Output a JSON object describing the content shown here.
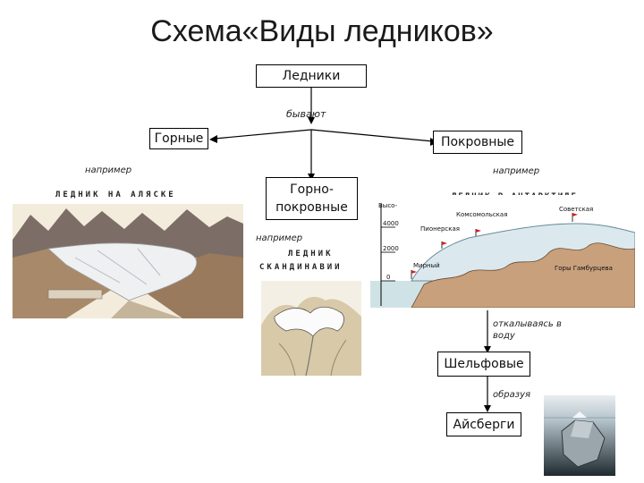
{
  "title": "Схема«Виды ледников»",
  "nodes": {
    "root": "Ледники",
    "mountain": "Горные",
    "sheet": "Покровные",
    "mountain_sheet": "Горно-\nпокровные",
    "shelf": "Шельфовые",
    "icebergs": "Айсберги"
  },
  "labels": {
    "byvayut": "бывают",
    "naprimer_left": "например",
    "naprimer_right": "например",
    "naprimer_center": "например",
    "otkalyvayas": "откалываясь в\nводу",
    "obrazuya": "образуя"
  },
  "images": {
    "alaska": {
      "caption": "ЛЕДНИК НА АЛЯСКЕ"
    },
    "scandinavia": {
      "caption_line1": "ЛЕДНИК",
      "caption_line2": "СКАНДИНАВИИ"
    },
    "antarctica": {
      "caption": "ЛЕДНИК В АНТАРКТИДЕ",
      "axis_label": "Высо-",
      "ticks": [
        "4000",
        "2000",
        "0"
      ],
      "places": [
        "Комсомольская",
        "Пионерская",
        "Советская",
        "Мирный",
        "Горы Гамбурцева"
      ]
    },
    "iceberg": {}
  }
}
